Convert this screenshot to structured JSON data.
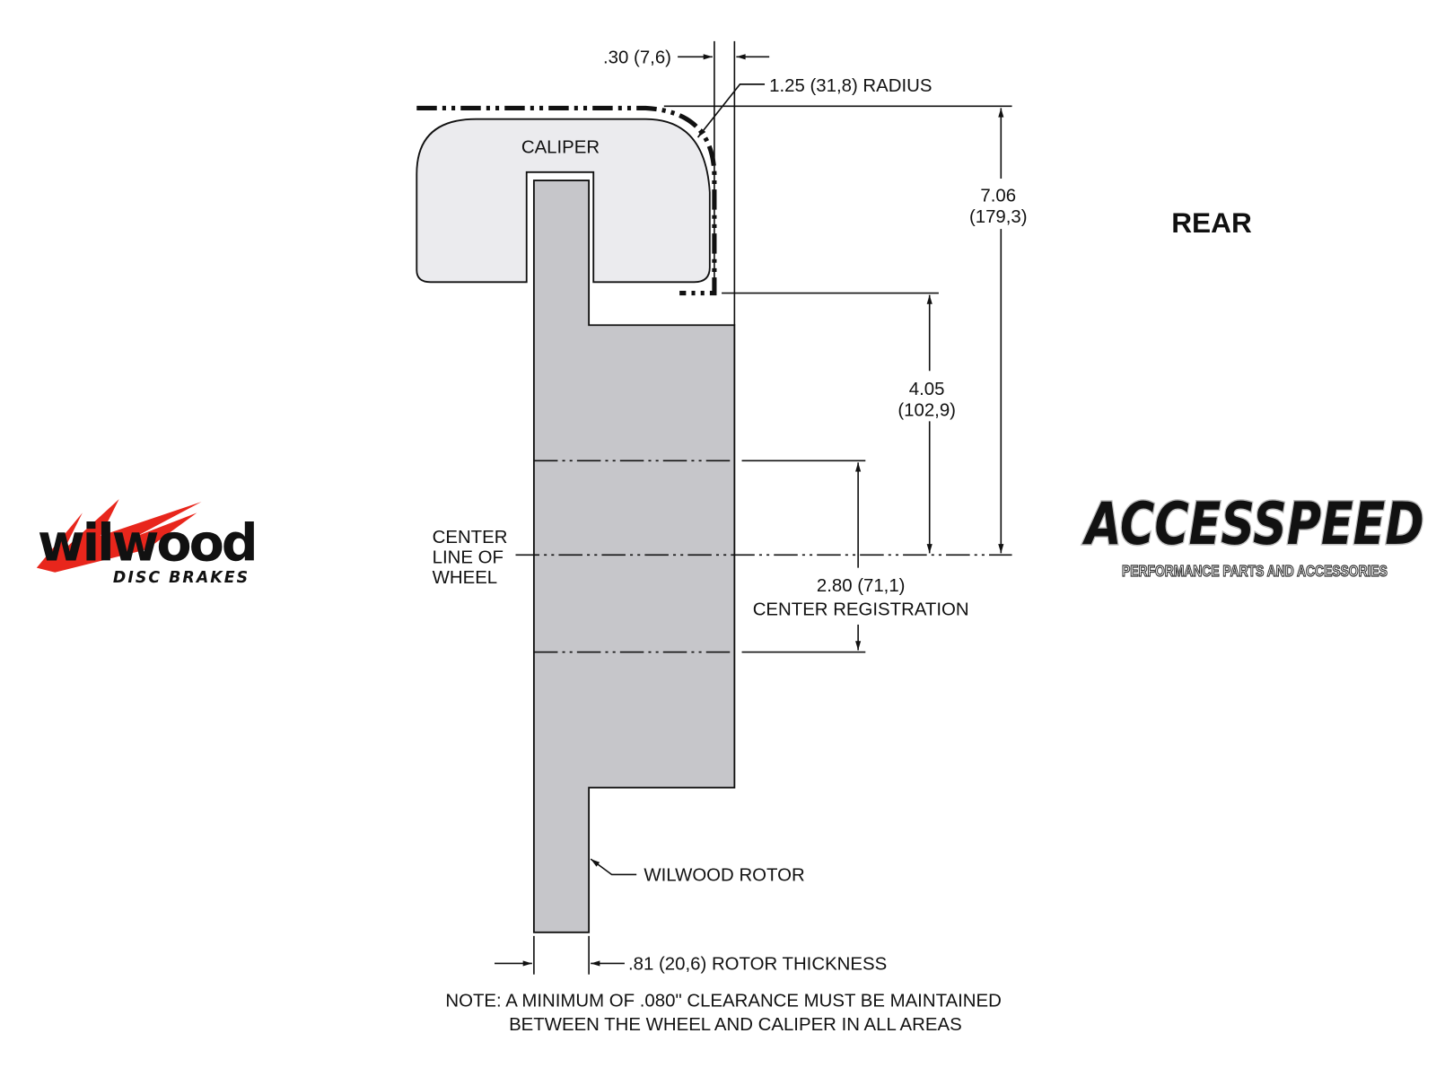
{
  "title": "REAR",
  "labels": {
    "caliper": "CALIPER",
    "radius": "1.25 (31,8) RADIUS",
    "offset": ".30 (7,6)",
    "dim_total_in": "7.06",
    "dim_total_mm": "(179,3)",
    "dim_mid_in": "4.05",
    "dim_mid_mm": "(102,9)",
    "center_line": [
      "CENTER",
      "LINE OF",
      "WHEEL"
    ],
    "registration_value": "2.80 (71,1)",
    "registration_label": "CENTER REGISTRATION",
    "rotor": "WILWOOD ROTOR",
    "rotor_thickness": ".81 (20,6) ROTOR THICKNESS",
    "note_line1": "NOTE: A MINIMUM OF .080\" CLEARANCE MUST BE MAINTAINED",
    "note_line2": "BETWEEN THE WHEEL AND CALIPER IN ALL AREAS"
  },
  "logos": {
    "wilwood": {
      "name": "wilwood",
      "tagline": "DISC BRAKES",
      "accent": "#e8261c"
    },
    "accesspeed": {
      "name": "ACCESSPEED",
      "tagline": "PERFORMANCE PARTS AND ACCESSORIES"
    }
  },
  "colors": {
    "caliper_fill": "#ebebee",
    "rotor_fill": "#c6c6ca"
  }
}
